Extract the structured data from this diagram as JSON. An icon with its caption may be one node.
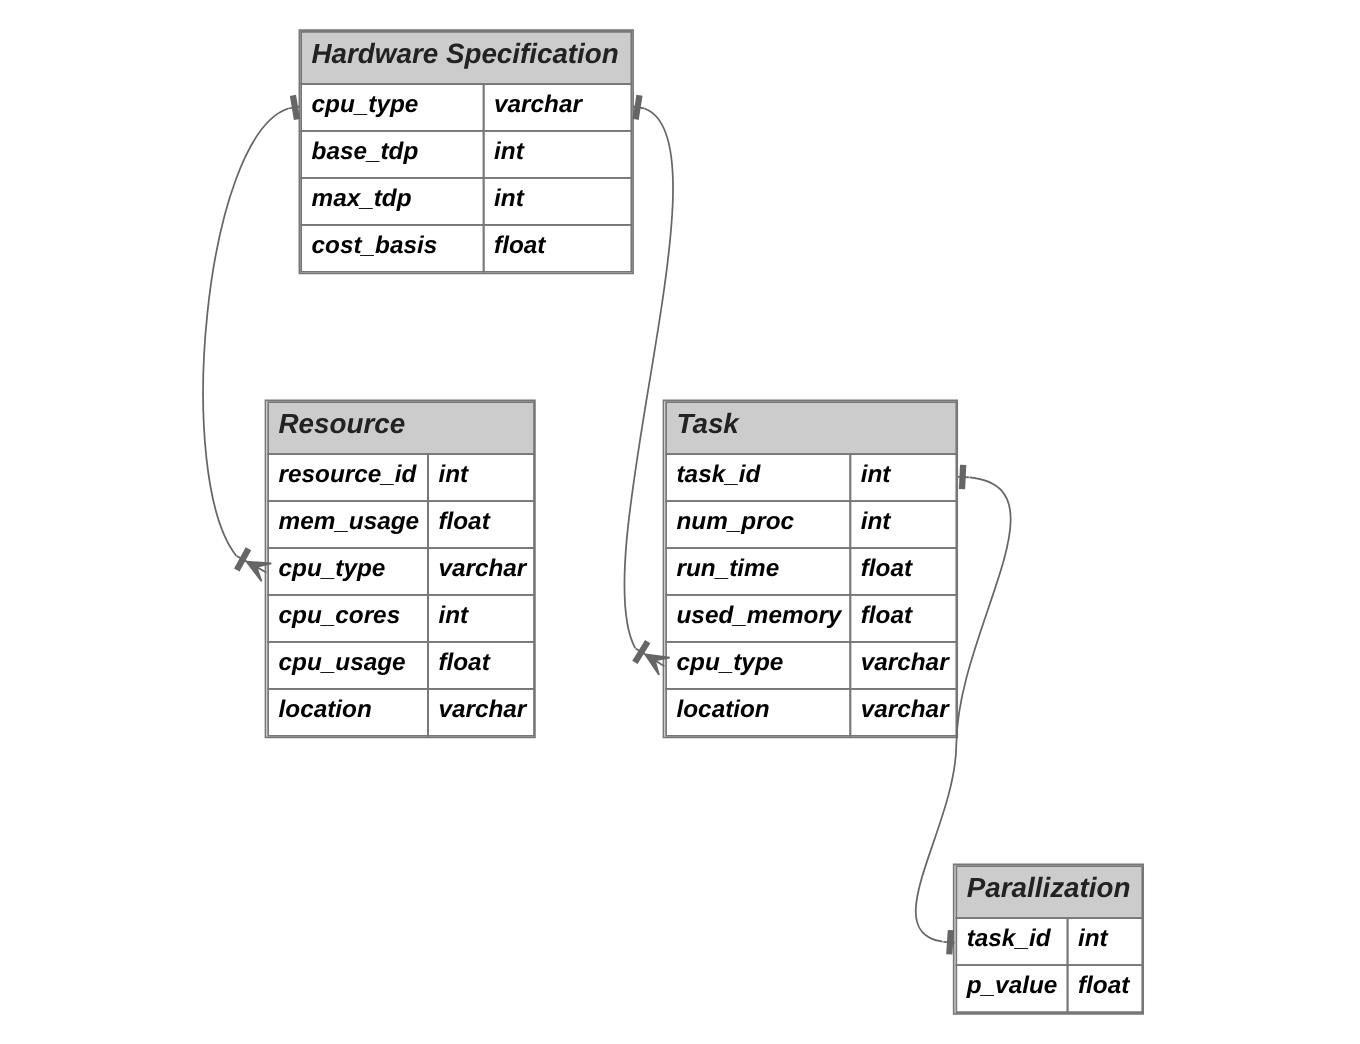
{
  "diagram": {
    "nodes": [
      {
        "text": [
          "Hardware Specification",
          "cpu_type",
          "varchar",
          "base_tdp",
          "int",
          "max_tdp",
          "int",
          "cost_basis",
          "float"
        ]
      },
      {
        "text": [
          "Task",
          "task_id",
          "int",
          "num_proc",
          "int",
          "run_time",
          "float",
          "used_memory",
          "float",
          "cpu_type",
          "varchar",
          "location",
          "varchar"
        ]
      },
      {
        "text": [
          "Resource",
          "resource_id",
          "int",
          "mem_usage",
          "float",
          "cpu_type",
          "varchar",
          "cpu_cores",
          "int",
          "cpu_usage",
          "float",
          "location",
          "varchar"
        ]
      },
      {
        "text": [
          "Parallization",
          "task_id",
          "int",
          "p_value",
          "float"
        ]
      }
    ],
    "edges": [
      {
        "from": 0,
        "to": 1,
        "arrow": "other"
      },
      {
        "from": 0,
        "to": 2,
        "arrow": "other"
      },
      {
        "from": 1,
        "to": 3,
        "arrow": "other"
      }
    ]
  }
}
